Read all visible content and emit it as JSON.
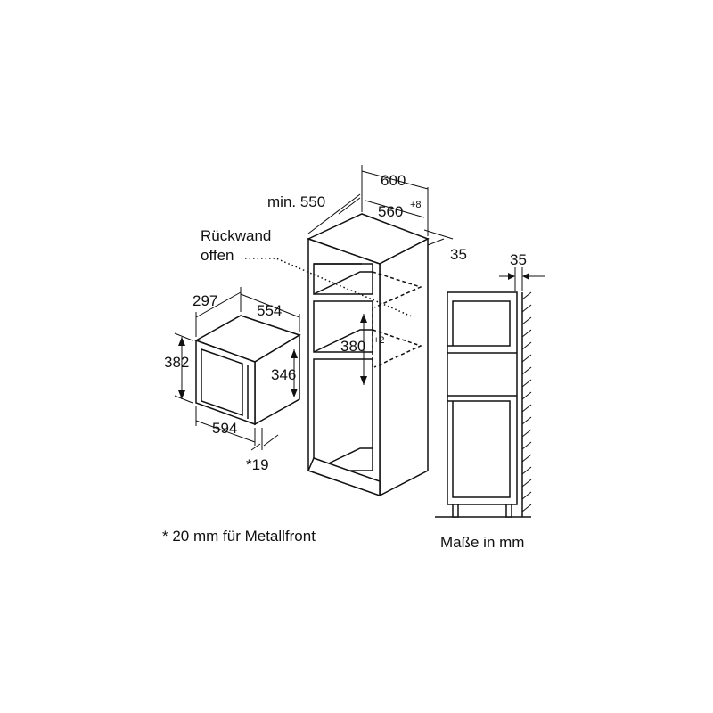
{
  "dimensions": {
    "cabinet_depth_min": "min. 550",
    "cabinet_width": "600",
    "niche_width": "560",
    "niche_width_tolerance": "+8",
    "side_offset_top": "35",
    "niche_height": "380",
    "niche_height_tolerance": "+2",
    "appliance_depth": "297",
    "appliance_width_top": "554",
    "appliance_height": "382",
    "appliance_inner_height": "346",
    "appliance_front_width": "594",
    "front_offset": "*19",
    "side_view_offset": "35"
  },
  "labels": {
    "rear_wall_line1": "Rückwand",
    "rear_wall_line2": "offen"
  },
  "notes": {
    "footnote": "* 20 mm für Metallfront",
    "units": "Maße in mm"
  }
}
